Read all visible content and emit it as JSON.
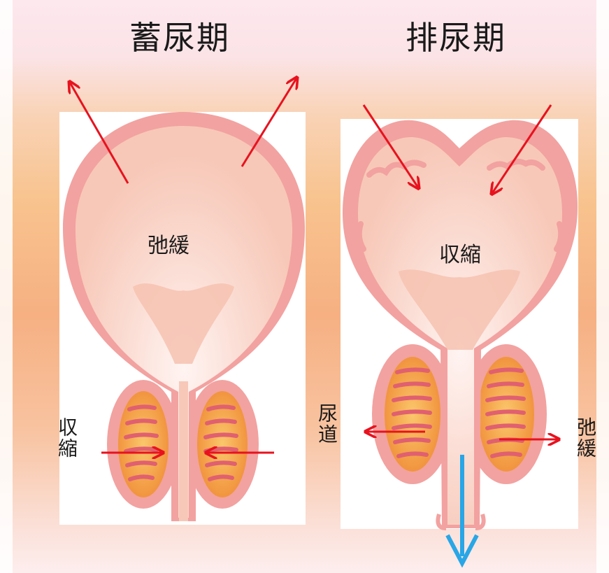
{
  "diagram": {
    "left_panel": {
      "title": "蓄尿期",
      "bladder_label": "弛緩",
      "sphincter_label": "収縮"
    },
    "right_panel": {
      "title": "排尿期",
      "bladder_label": "収縮",
      "urethra_label": "尿道",
      "sphincter_label": "弛緩"
    },
    "colors": {
      "arrow": "#e8121e",
      "flow_arrow": "#29a6e6",
      "bladder_wall": "#f2a2a0",
      "bladder_inner": "#f9d3c4",
      "muscle": "#f3a03c"
    }
  }
}
